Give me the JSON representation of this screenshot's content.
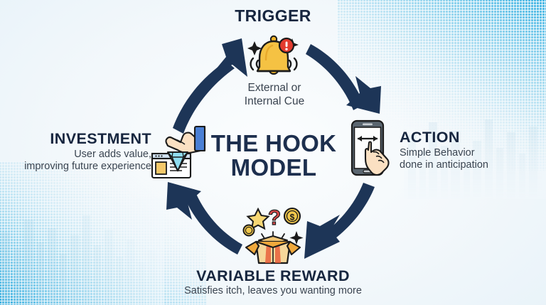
{
  "center": {
    "line1": "THE HOOK",
    "line2": "MODEL"
  },
  "nodes": {
    "trigger": {
      "title": "TRIGGER",
      "subtitle_line1": "External or",
      "subtitle_line2": "Internal Cue",
      "icon": "bell-notification-icon"
    },
    "action": {
      "title": "ACTION",
      "subtitle_line1": "Simple Behavior",
      "subtitle_line2": "done in anticipation",
      "icon": "smartphone-swipe-hand-icon"
    },
    "variable_reward": {
      "title": "VARIABLE REWARD",
      "subtitle": "Satisfies itch, leaves you wanting more",
      "icon": "open-gift-box-icon"
    },
    "investment": {
      "title": "INVESTMENT",
      "subtitle_line1": "User adds value,",
      "subtitle_line2": "improving future experience",
      "icon": "hand-diamond-card-icon"
    }
  },
  "arrows": [
    {
      "name": "arrow-investment-to-trigger",
      "direction": "up-right"
    },
    {
      "name": "arrow-trigger-to-action",
      "direction": "down-right"
    },
    {
      "name": "arrow-action-to-reward",
      "direction": "down-left"
    },
    {
      "name": "arrow-reward-to-investment",
      "direction": "up-left"
    }
  ],
  "colors": {
    "heading": "#17263f",
    "center_title": "#1d2f4e",
    "body_text": "#3a4450",
    "arrow": "#1d3557",
    "background": "#eef5fa",
    "accent_cyan": "#3fb3e3",
    "bell_gold": "#f5c243",
    "badge_red": "#e33b2e",
    "box_orange": "#f0a93c",
    "diamond_cyan": "#8fdcef"
  }
}
